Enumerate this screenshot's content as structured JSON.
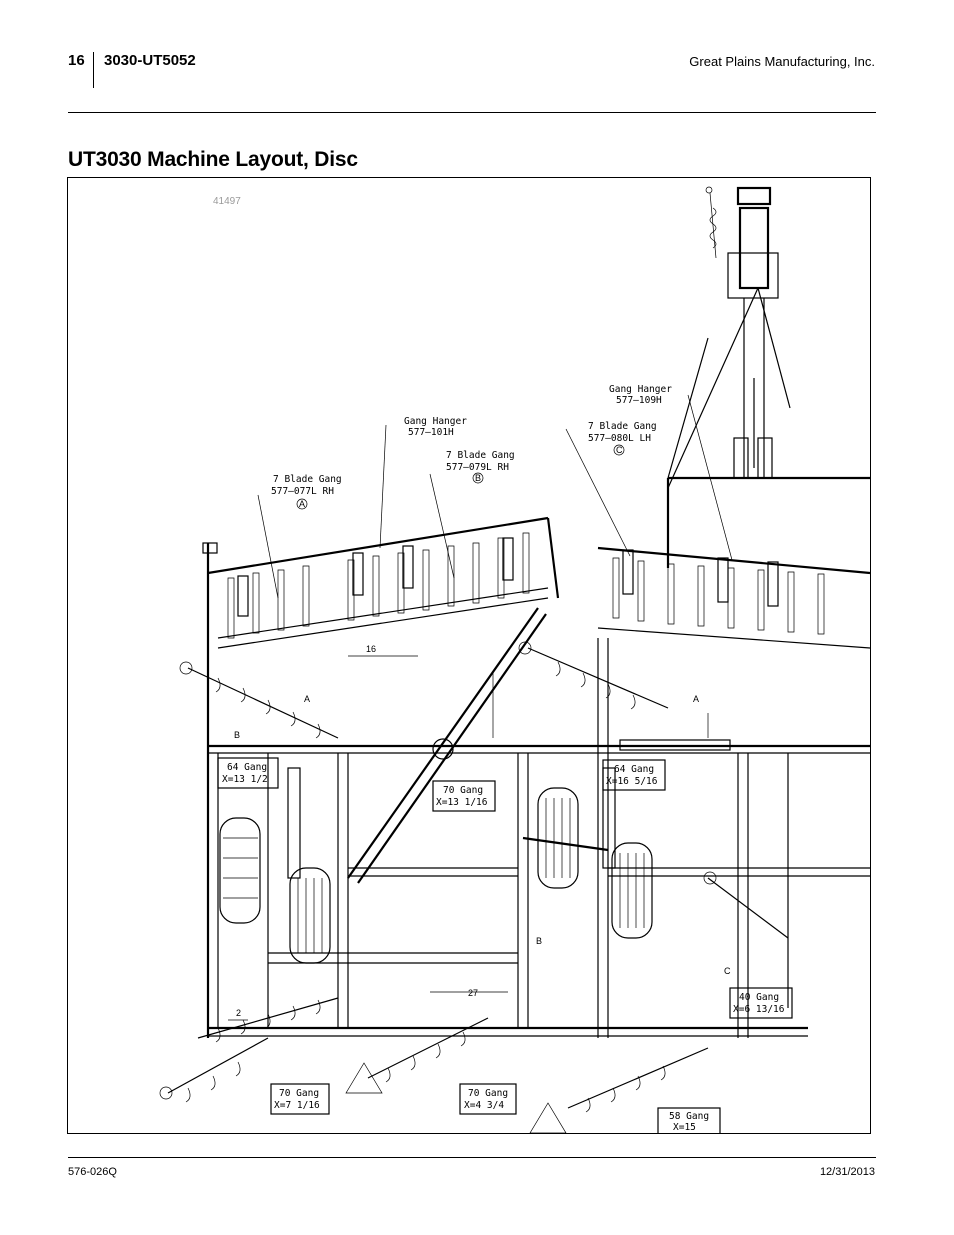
{
  "header": {
    "page_number": "16",
    "doc_code": "3030-UT5052",
    "company": "Great Plains Manufacturing, Inc."
  },
  "title": "UT3030 Machine Layout, Disc",
  "figure": {
    "id": "41497",
    "callouts": {
      "gang_hanger_101": [
        "Gang Hanger",
        "577–101H"
      ],
      "blade_077": [
        "7 Blade Gang",
        "577–077L RH",
        "A"
      ],
      "blade_079": [
        "7 Blade Gang",
        "577–079L RH",
        "B"
      ],
      "blade_080": [
        "7 Blade Gang",
        "577–080L LH",
        "C"
      ],
      "gang_hanger_109": [
        "Gang Hanger",
        "577–109H"
      ]
    },
    "boxes": {
      "g64_left": [
        "64 Gang",
        "X=13 1/2"
      ],
      "g70_center": [
        "70 Gang",
        "X=13 1/16"
      ],
      "g64_right": [
        "64 Gang",
        "X=16 5/16"
      ],
      "g40": [
        "40 Gang",
        "X=6 13/16"
      ],
      "g70_bl": [
        "70 Gang",
        "X=7 1/16"
      ],
      "g70_bm": [
        "70 Gang",
        "X=4 3/4"
      ],
      "g58": [
        "58 Gang",
        "X=15"
      ]
    },
    "dims": {
      "d16": "16",
      "d27": "27",
      "d2": "2",
      "l_A": "A",
      "l_B": "B",
      "l_C": "C"
    }
  },
  "footer": {
    "part_number": "576-026Q",
    "date": "12/31/2013"
  }
}
